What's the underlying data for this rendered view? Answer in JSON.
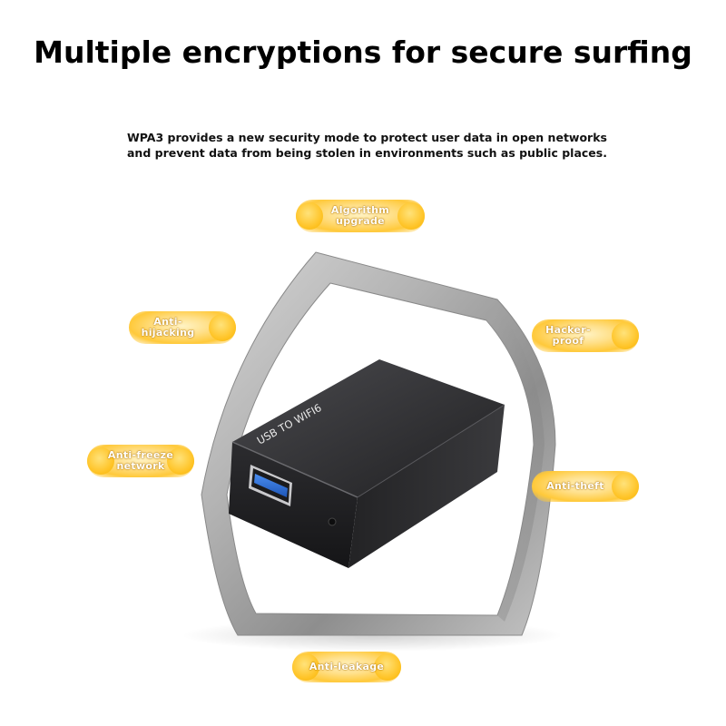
{
  "header": {
    "title": "Multiple encryptions for secure surfing",
    "subtitle_lines": [
      "WPA3 provides a new security mode to protect user data in open networks",
      "and prevent data from being stolen in environments such as public places."
    ]
  },
  "device": {
    "label": "USB TO WIFI6"
  },
  "features": {
    "algorithm": [
      "Algorithm",
      "upgrade"
    ],
    "anti_hijacking": [
      "Anti-",
      "hijacking"
    ],
    "hacker_proof": [
      "Hacker-",
      "proof"
    ],
    "anti_freeze": [
      "Anti-freeze",
      "network"
    ],
    "anti_theft": [
      "Anti-theft"
    ],
    "anti_leakage": [
      "Anti-leakage"
    ]
  },
  "colors": {
    "badge": "#ffc93a",
    "shield": "#9a9a9a",
    "device": "#2a2a2c",
    "usb_port": "#2f6fd6"
  }
}
